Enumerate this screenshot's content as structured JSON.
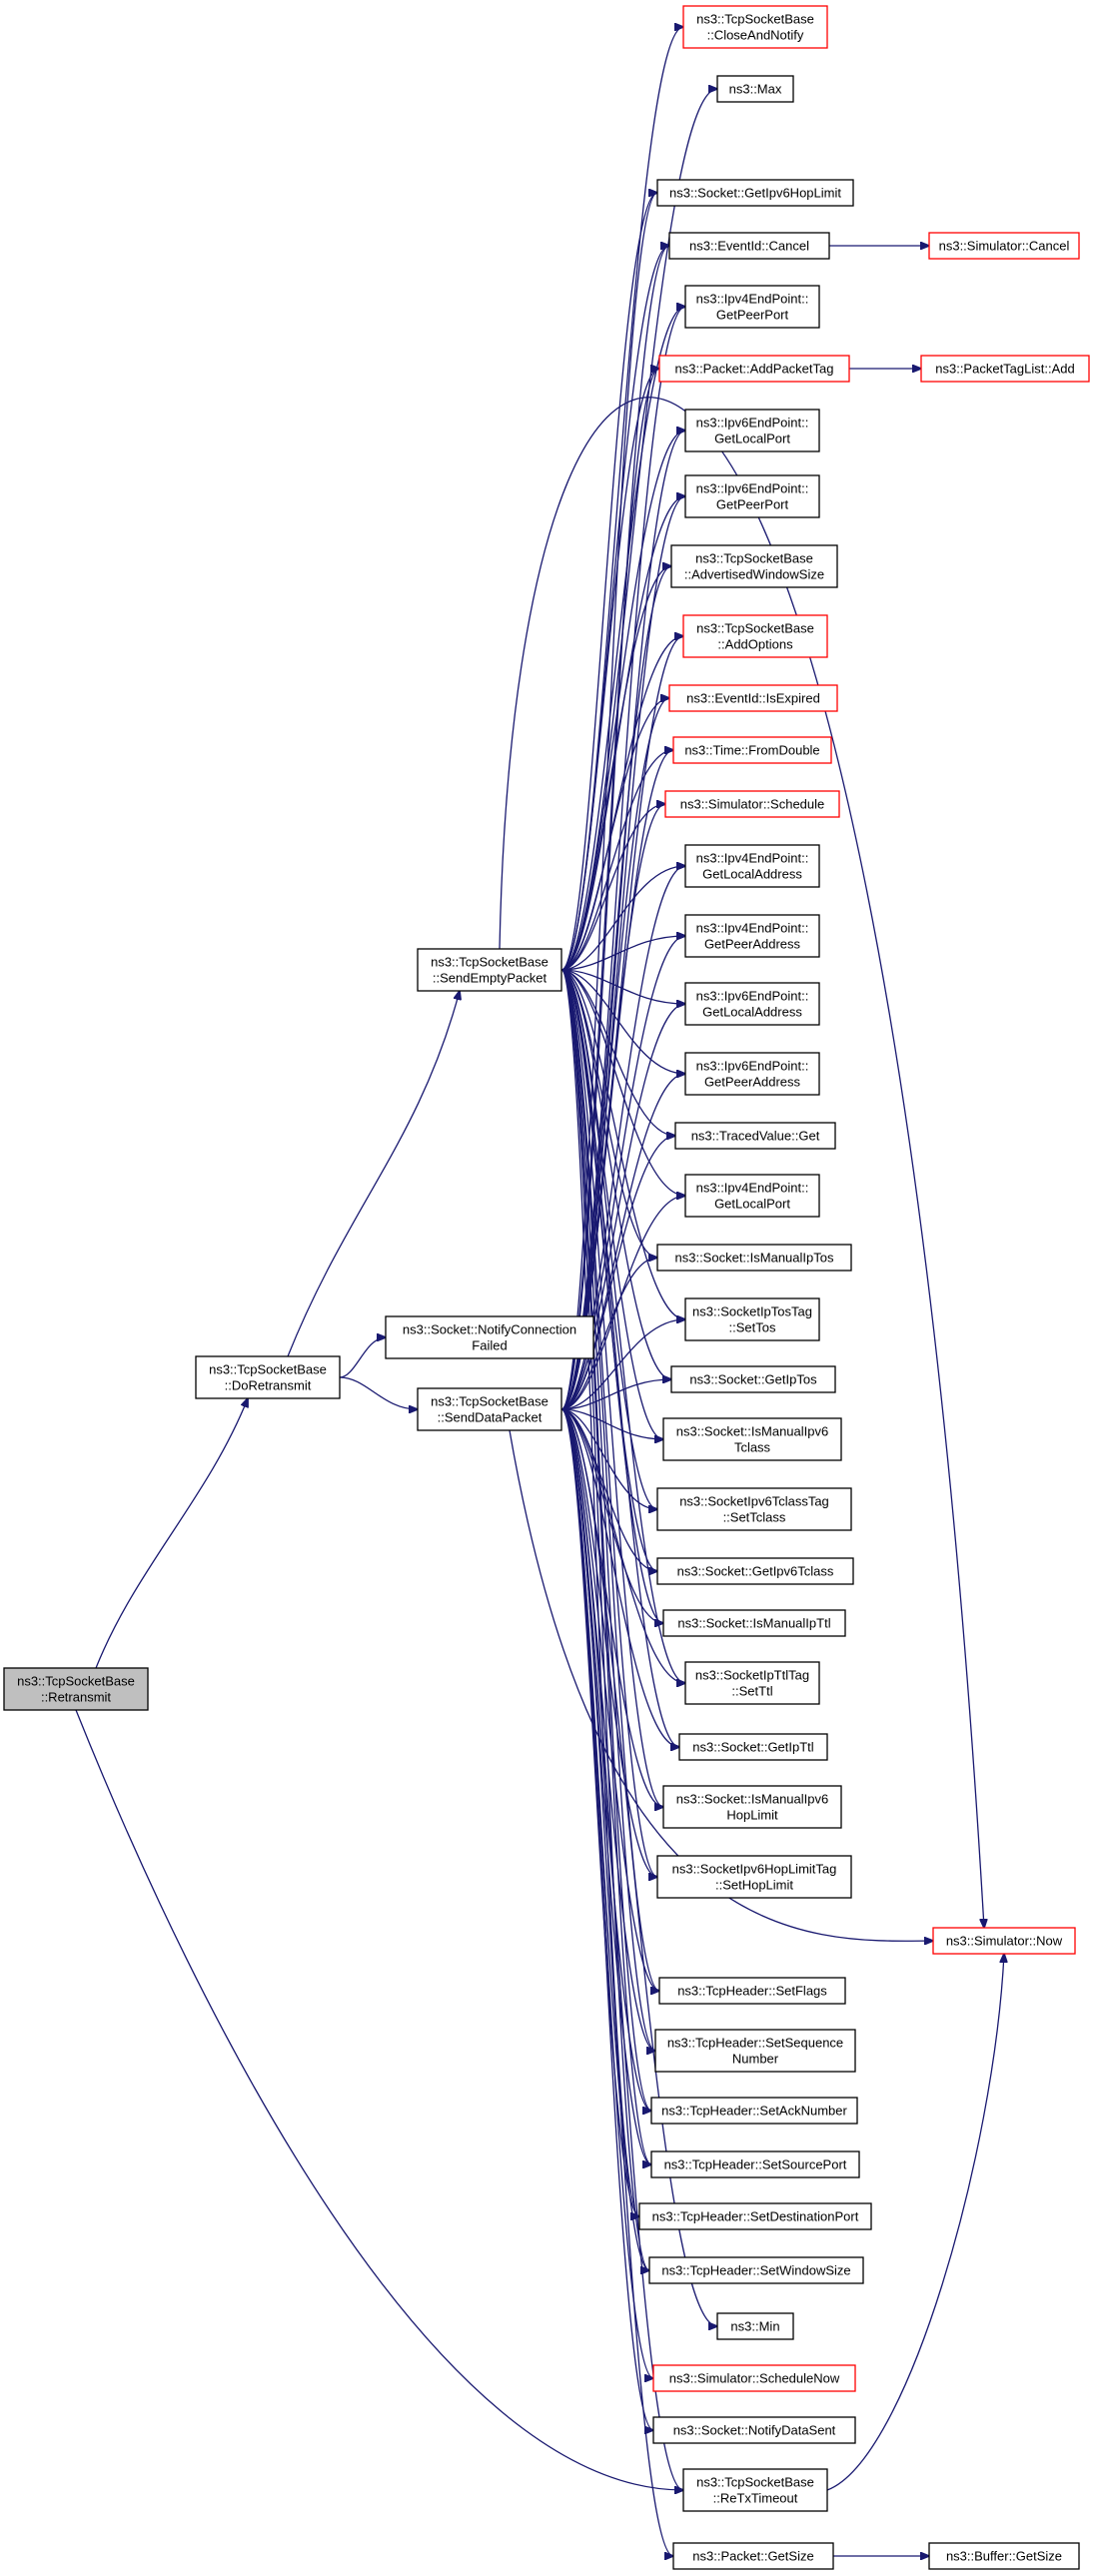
{
  "title": "",
  "colors": {
    "edge": "#191970",
    "node_border": "#000000",
    "truncated_node_border": "#ff0000",
    "root_fill": "#bfbfbf",
    "node_fill": "#ffffff"
  },
  "nodes": {
    "retransmit": {
      "lines": [
        "ns3::TcpSocketBase",
        "::Retransmit"
      ],
      "kind": "root"
    },
    "doRetransmit": {
      "lines": [
        "ns3::TcpSocketBase",
        "::DoRetransmit"
      ],
      "kind": "normal"
    },
    "sendEmptyPacket": {
      "lines": [
        "ns3::TcpSocketBase",
        "::SendEmptyPacket"
      ],
      "kind": "normal"
    },
    "notifyConnFailed": {
      "lines": [
        "ns3::Socket::NotifyConnection",
        "Failed"
      ],
      "kind": "normal"
    },
    "sendDataPacket": {
      "lines": [
        "ns3::TcpSocketBase",
        "::SendDataPacket"
      ],
      "kind": "normal"
    },
    "closeAndNotify": {
      "lines": [
        "ns3::TcpSocketBase",
        "::CloseAndNotify"
      ],
      "kind": "truncated"
    },
    "max": {
      "lines": [
        "ns3::Max"
      ],
      "kind": "normal"
    },
    "getIpv6HopLimit": {
      "lines": [
        "ns3::Socket::GetIpv6HopLimit"
      ],
      "kind": "normal"
    },
    "eventIdCancel": {
      "lines": [
        "ns3::EventId::Cancel"
      ],
      "kind": "normal"
    },
    "simCancel": {
      "lines": [
        "ns3::Simulator::Cancel"
      ],
      "kind": "truncated"
    },
    "ipv4GetPeerPort": {
      "lines": [
        "ns3::Ipv4EndPoint::",
        "GetPeerPort"
      ],
      "kind": "normal"
    },
    "addPacketTag": {
      "lines": [
        "ns3::Packet::AddPacketTag"
      ],
      "kind": "truncated"
    },
    "packetTagListAdd": {
      "lines": [
        "ns3::PacketTagList::Add"
      ],
      "kind": "truncated"
    },
    "ipv6GetLocalPort": {
      "lines": [
        "ns3::Ipv6EndPoint::",
        "GetLocalPort"
      ],
      "kind": "normal"
    },
    "ipv6GetPeerPort": {
      "lines": [
        "ns3::Ipv6EndPoint::",
        "GetPeerPort"
      ],
      "kind": "normal"
    },
    "advertisedWindowSize": {
      "lines": [
        "ns3::TcpSocketBase",
        "::AdvertisedWindowSize"
      ],
      "kind": "normal"
    },
    "addOptions": {
      "lines": [
        "ns3::TcpSocketBase",
        "::AddOptions"
      ],
      "kind": "truncated"
    },
    "isExpired": {
      "lines": [
        "ns3::EventId::IsExpired"
      ],
      "kind": "truncated"
    },
    "fromDouble": {
      "lines": [
        "ns3::Time::FromDouble"
      ],
      "kind": "truncated"
    },
    "simSchedule": {
      "lines": [
        "ns3::Simulator::Schedule"
      ],
      "kind": "truncated"
    },
    "ipv4GetLocalAddress": {
      "lines": [
        "ns3::Ipv4EndPoint::",
        "GetLocalAddress"
      ],
      "kind": "normal"
    },
    "ipv4GetPeerAddress": {
      "lines": [
        "ns3::Ipv4EndPoint::",
        "GetPeerAddress"
      ],
      "kind": "normal"
    },
    "ipv6GetLocalAddress": {
      "lines": [
        "ns3::Ipv6EndPoint::",
        "GetLocalAddress"
      ],
      "kind": "normal"
    },
    "ipv6GetPeerAddress": {
      "lines": [
        "ns3::Ipv6EndPoint::",
        "GetPeerAddress"
      ],
      "kind": "normal"
    },
    "tracedValueGet": {
      "lines": [
        "ns3::TracedValue::Get"
      ],
      "kind": "normal"
    },
    "ipv4GetLocalPort": {
      "lines": [
        "ns3::Ipv4EndPoint::",
        "GetLocalPort"
      ],
      "kind": "normal"
    },
    "isManualIpTos": {
      "lines": [
        "ns3::Socket::IsManualIpTos"
      ],
      "kind": "normal"
    },
    "ipTosSetTos": {
      "lines": [
        "ns3::SocketIpTosTag",
        "::SetTos"
      ],
      "kind": "normal"
    },
    "getIpTos": {
      "lines": [
        "ns3::Socket::GetIpTos"
      ],
      "kind": "normal"
    },
    "isManualIpv6Tclass": {
      "lines": [
        "ns3::Socket::IsManualIpv6",
        "Tclass"
      ],
      "kind": "normal"
    },
    "tclassSetTclass": {
      "lines": [
        "ns3::SocketIpv6TclassTag",
        "::SetTclass"
      ],
      "kind": "normal"
    },
    "getIpv6Tclass": {
      "lines": [
        "ns3::Socket::GetIpv6Tclass"
      ],
      "kind": "normal"
    },
    "isManualIpTtl": {
      "lines": [
        "ns3::Socket::IsManualIpTtl"
      ],
      "kind": "normal"
    },
    "ipTtlSetTtl": {
      "lines": [
        "ns3::SocketIpTtlTag",
        "::SetTtl"
      ],
      "kind": "normal"
    },
    "getIpTtl": {
      "lines": [
        "ns3::Socket::GetIpTtl"
      ],
      "kind": "normal"
    },
    "isManualIpv6HopLimit": {
      "lines": [
        "ns3::Socket::IsManualIpv6",
        "HopLimit"
      ],
      "kind": "normal"
    },
    "hopLimitSetHopLimit": {
      "lines": [
        "ns3::SocketIpv6HopLimitTag",
        "::SetHopLimit"
      ],
      "kind": "normal"
    },
    "simNow": {
      "lines": [
        "ns3::Simulator::Now"
      ],
      "kind": "truncated"
    },
    "setFlags": {
      "lines": [
        "ns3::TcpHeader::SetFlags"
      ],
      "kind": "normal"
    },
    "setSequenceNumber": {
      "lines": [
        "ns3::TcpHeader::SetSequence",
        "Number"
      ],
      "kind": "normal"
    },
    "setAckNumber": {
      "lines": [
        "ns3::TcpHeader::SetAckNumber"
      ],
      "kind": "normal"
    },
    "setSourcePort": {
      "lines": [
        "ns3::TcpHeader::SetSourcePort"
      ],
      "kind": "normal"
    },
    "setDestinationPort": {
      "lines": [
        "ns3::TcpHeader::SetDestinationPort"
      ],
      "kind": "normal"
    },
    "setWindowSize": {
      "lines": [
        "ns3::TcpHeader::SetWindowSize"
      ],
      "kind": "normal"
    },
    "min": {
      "lines": [
        "ns3::Min"
      ],
      "kind": "normal"
    },
    "scheduleNow": {
      "lines": [
        "ns3::Simulator::ScheduleNow"
      ],
      "kind": "truncated"
    },
    "notifyDataSent": {
      "lines": [
        "ns3::Socket::NotifyDataSent"
      ],
      "kind": "normal"
    },
    "reTxTimeout": {
      "lines": [
        "ns3::TcpSocketBase",
        "::ReTxTimeout"
      ],
      "kind": "normal"
    },
    "packetGetSize": {
      "lines": [
        "ns3::Packet::GetSize"
      ],
      "kind": "normal"
    },
    "bufferGetSize": {
      "lines": [
        "ns3::Buffer::GetSize"
      ],
      "kind": "normal"
    }
  },
  "edges": [
    [
      "retransmit",
      "doRetransmit"
    ],
    [
      "retransmit",
      "reTxTimeout"
    ],
    [
      "doRetransmit",
      "sendEmptyPacket"
    ],
    [
      "doRetransmit",
      "notifyConnFailed"
    ],
    [
      "doRetransmit",
      "sendDataPacket"
    ],
    [
      "eventIdCancel",
      "simCancel"
    ],
    [
      "addPacketTag",
      "packetTagListAdd"
    ],
    [
      "reTxTimeout",
      "simNow"
    ],
    [
      "packetGetSize",
      "bufferGetSize"
    ],
    [
      "sendEmptyPacket",
      "closeAndNotify"
    ],
    [
      "sendEmptyPacket",
      "max"
    ],
    [
      "sendEmptyPacket",
      "simNow"
    ],
    [
      "sendEmptyPacket",
      "getIpv6HopLimit"
    ],
    [
      "sendEmptyPacket",
      "eventIdCancel"
    ],
    [
      "sendEmptyPacket",
      "ipv4GetPeerPort"
    ],
    [
      "sendEmptyPacket",
      "addPacketTag"
    ],
    [
      "sendEmptyPacket",
      "ipv6GetLocalPort"
    ],
    [
      "sendEmptyPacket",
      "ipv6GetPeerPort"
    ],
    [
      "sendEmptyPacket",
      "advertisedWindowSize"
    ],
    [
      "sendEmptyPacket",
      "addOptions"
    ],
    [
      "sendEmptyPacket",
      "isExpired"
    ],
    [
      "sendEmptyPacket",
      "fromDouble"
    ],
    [
      "sendEmptyPacket",
      "simSchedule"
    ],
    [
      "sendEmptyPacket",
      "ipv4GetLocalAddress"
    ],
    [
      "sendEmptyPacket",
      "ipv4GetPeerAddress"
    ],
    [
      "sendEmptyPacket",
      "ipv6GetLocalAddress"
    ],
    [
      "sendEmptyPacket",
      "ipv6GetPeerAddress"
    ],
    [
      "sendEmptyPacket",
      "tracedValueGet"
    ],
    [
      "sendEmptyPacket",
      "ipv4GetLocalPort"
    ],
    [
      "sendEmptyPacket",
      "isManualIpTos"
    ],
    [
      "sendEmptyPacket",
      "ipTosSetTos"
    ],
    [
      "sendEmptyPacket",
      "getIpTos"
    ],
    [
      "sendEmptyPacket",
      "isManualIpv6Tclass"
    ],
    [
      "sendEmptyPacket",
      "tclassSetTclass"
    ],
    [
      "sendEmptyPacket",
      "getIpv6Tclass"
    ],
    [
      "sendEmptyPacket",
      "isManualIpTtl"
    ],
    [
      "sendEmptyPacket",
      "ipTtlSetTtl"
    ],
    [
      "sendEmptyPacket",
      "getIpTtl"
    ],
    [
      "sendEmptyPacket",
      "isManualIpv6HopLimit"
    ],
    [
      "sendEmptyPacket",
      "hopLimitSetHopLimit"
    ],
    [
      "sendEmptyPacket",
      "setFlags"
    ],
    [
      "sendEmptyPacket",
      "setSequenceNumber"
    ],
    [
      "sendEmptyPacket",
      "setAckNumber"
    ],
    [
      "sendEmptyPacket",
      "setSourcePort"
    ],
    [
      "sendEmptyPacket",
      "setDestinationPort"
    ],
    [
      "sendEmptyPacket",
      "setWindowSize"
    ],
    [
      "sendDataPacket",
      "getIpv6HopLimit"
    ],
    [
      "sendDataPacket",
      "eventIdCancel"
    ],
    [
      "sendDataPacket",
      "ipv4GetPeerPort"
    ],
    [
      "sendDataPacket",
      "addPacketTag"
    ],
    [
      "sendDataPacket",
      "ipv6GetLocalPort"
    ],
    [
      "sendDataPacket",
      "ipv6GetPeerPort"
    ],
    [
      "sendDataPacket",
      "advertisedWindowSize"
    ],
    [
      "sendDataPacket",
      "addOptions"
    ],
    [
      "sendDataPacket",
      "isExpired"
    ],
    [
      "sendDataPacket",
      "fromDouble"
    ],
    [
      "sendDataPacket",
      "simSchedule"
    ],
    [
      "sendDataPacket",
      "ipv4GetLocalAddress"
    ],
    [
      "sendDataPacket",
      "ipv4GetPeerAddress"
    ],
    [
      "sendDataPacket",
      "ipv6GetLocalAddress"
    ],
    [
      "sendDataPacket",
      "ipv6GetPeerAddress"
    ],
    [
      "sendDataPacket",
      "tracedValueGet"
    ],
    [
      "sendDataPacket",
      "ipv4GetLocalPort"
    ],
    [
      "sendDataPacket",
      "isManualIpTos"
    ],
    [
      "sendDataPacket",
      "ipTosSetTos"
    ],
    [
      "sendDataPacket",
      "getIpTos"
    ],
    [
      "sendDataPacket",
      "isManualIpv6Tclass"
    ],
    [
      "sendDataPacket",
      "tclassSetTclass"
    ],
    [
      "sendDataPacket",
      "getIpv6Tclass"
    ],
    [
      "sendDataPacket",
      "isManualIpTtl"
    ],
    [
      "sendDataPacket",
      "ipTtlSetTtl"
    ],
    [
      "sendDataPacket",
      "getIpTtl"
    ],
    [
      "sendDataPacket",
      "isManualIpv6HopLimit"
    ],
    [
      "sendDataPacket",
      "hopLimitSetHopLimit"
    ],
    [
      "sendDataPacket",
      "simNow"
    ],
    [
      "sendDataPacket",
      "setFlags"
    ],
    [
      "sendDataPacket",
      "setSequenceNumber"
    ],
    [
      "sendDataPacket",
      "setAckNumber"
    ],
    [
      "sendDataPacket",
      "setSourcePort"
    ],
    [
      "sendDataPacket",
      "setDestinationPort"
    ],
    [
      "sendDataPacket",
      "setWindowSize"
    ],
    [
      "sendDataPacket",
      "min"
    ],
    [
      "sendDataPacket",
      "scheduleNow"
    ],
    [
      "sendDataPacket",
      "notifyDataSent"
    ],
    [
      "sendDataPacket",
      "reTxTimeout"
    ],
    [
      "sendDataPacket",
      "packetGetSize"
    ]
  ]
}
